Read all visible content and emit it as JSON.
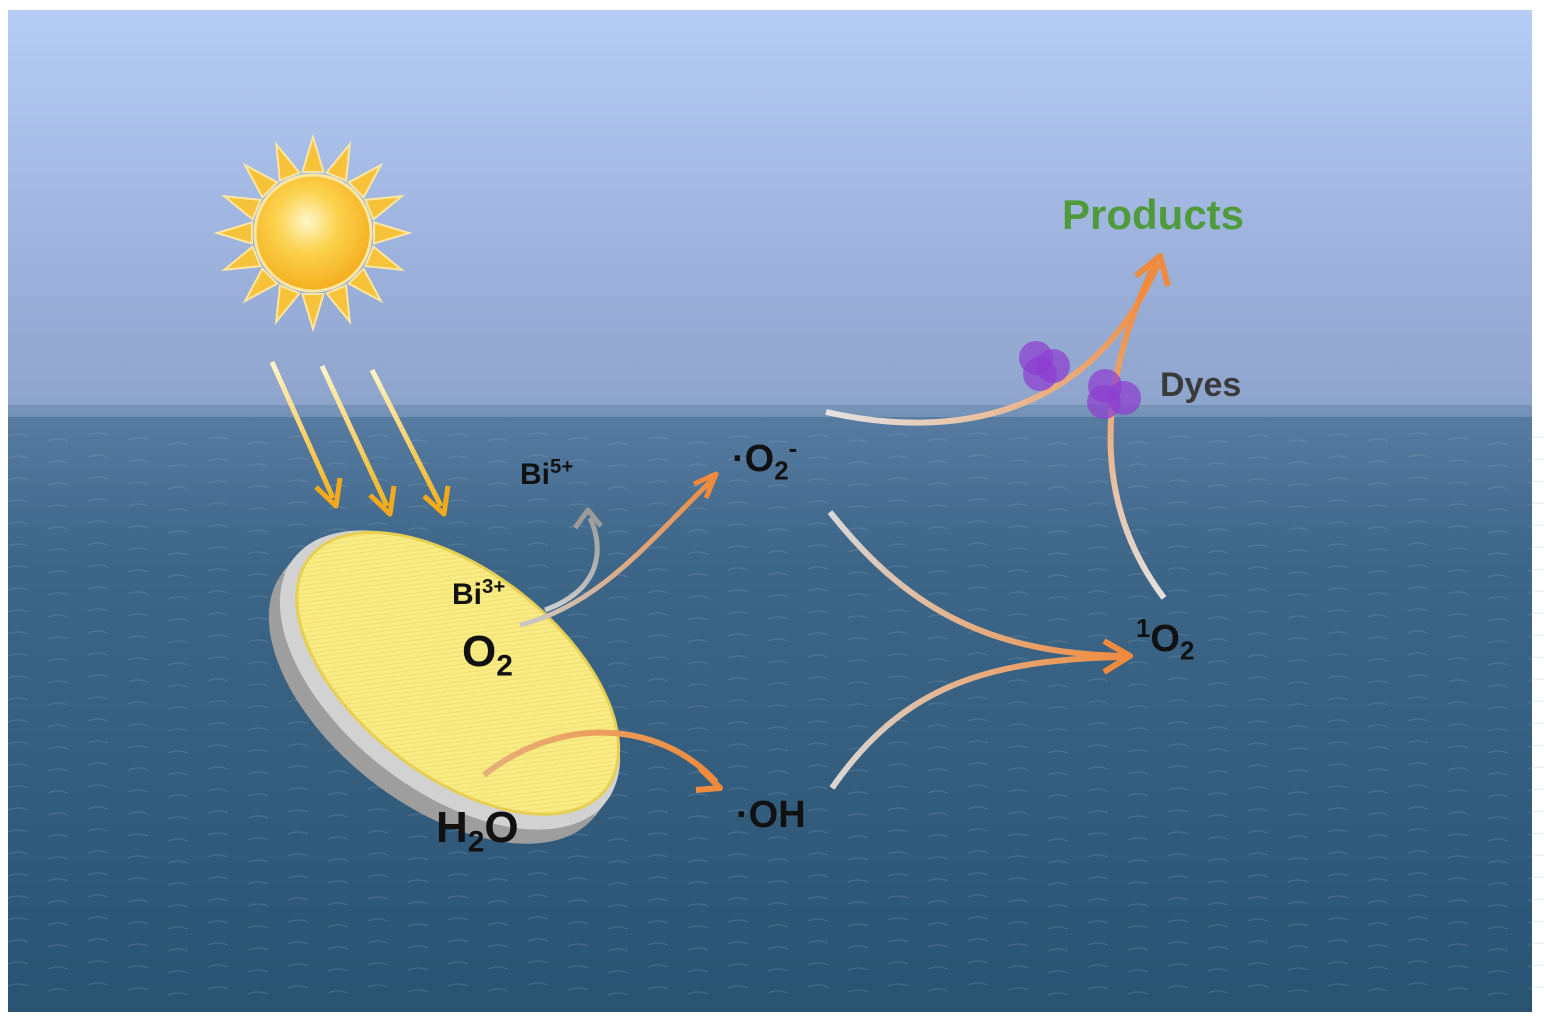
{
  "labels": {
    "bi5": {
      "main": "Bi",
      "sup": "5+"
    },
    "bi3": {
      "main": "Bi",
      "sup": "3+"
    },
    "o2": {
      "main": "O",
      "sub": "2"
    },
    "h2o": {
      "pre": "H",
      "sub": "2",
      "post": "O"
    },
    "superoxide": {
      "main": "·O",
      "sub": "2",
      "sup": "-"
    },
    "hydroxyl": {
      "main": "·OH"
    },
    "singlet_oxygen": {
      "sup": "1",
      "main": "O",
      "sub": "2"
    },
    "dyes": "Dyes",
    "products": "Products"
  },
  "colors": {
    "products_text": "#4f9a3a",
    "arrow_orange": "#f08a3c",
    "arrow_gray": "#a8a8a8",
    "sun": "#f6c23a",
    "light_rays": "#f4b92e",
    "catalyst_disc": "#f7e97e",
    "dye_molecules": "#8e3fd0",
    "sky": "#a7c0ea",
    "sea": "#2d5878"
  },
  "icons": {
    "sun": "sun-icon",
    "catalyst": "catalyst-disc",
    "dye": "dye-molecule-icon"
  }
}
